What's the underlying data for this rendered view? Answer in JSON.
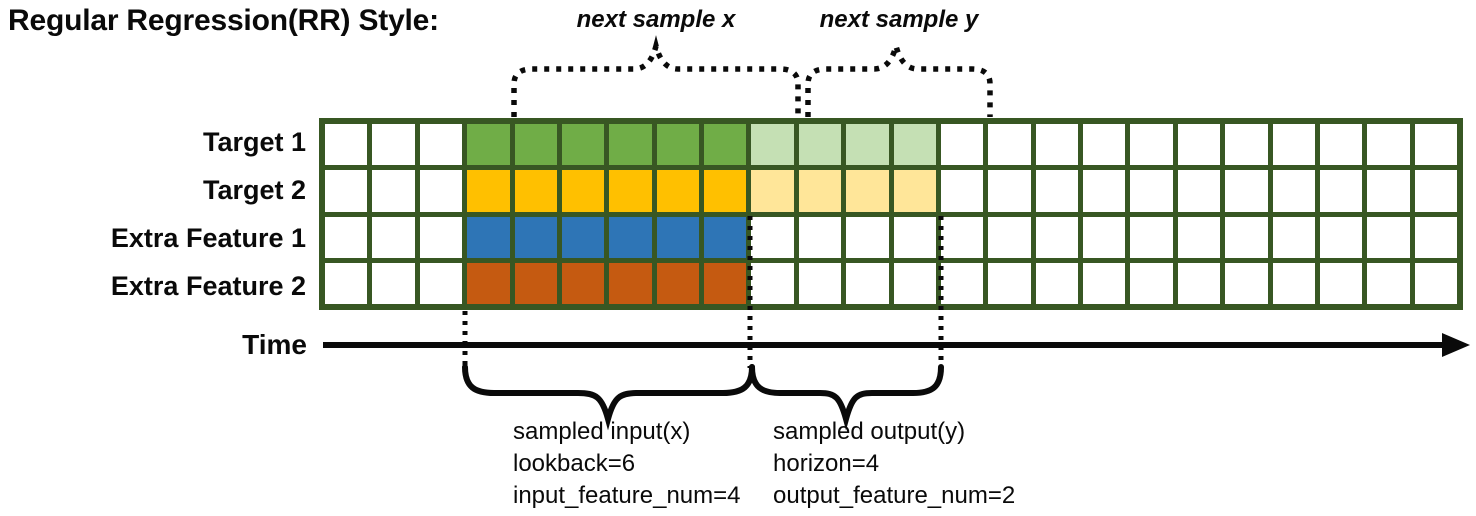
{
  "title": "Regular Regression(RR) Style:",
  "colors": {
    "grid_border": "#385723",
    "line_black": "#0a0a0a",
    "target1_input": "#70AD47",
    "target1_output": "#C5E0B4",
    "target2_input": "#FFC000",
    "target2_output": "#FFE699",
    "extra1_input": "#2E75B6",
    "extra2_input": "#C55A11"
  },
  "grid": {
    "columns": 24,
    "lead_blank_columns": 3,
    "rows": [
      {
        "label": "Target 1",
        "input_color": "#70AD47",
        "output_color": "#C5E0B4"
      },
      {
        "label": "Target 2",
        "input_color": "#FFC000",
        "output_color": "#FFE699"
      },
      {
        "label": "Extra Feature 1",
        "input_color": "#2E75B6",
        "output_color": null
      },
      {
        "label": "Extra Feature 2",
        "input_color": "#C55A11",
        "output_color": null
      }
    ]
  },
  "sampling": {
    "lookback": 6,
    "horizon": 4,
    "input_feature_num": 4,
    "output_feature_num": 2
  },
  "annotations": {
    "next_sample_x": "next sample x",
    "next_sample_y": "next sample y",
    "time_label": "Time",
    "input_note": {
      "line1": "sampled input(x)",
      "line2": "lookback=6",
      "line3": "input_feature_num=4"
    },
    "output_note": {
      "line1": "sampled output(y)",
      "line2": "horizon=4",
      "line3": "output_feature_num=2"
    }
  }
}
